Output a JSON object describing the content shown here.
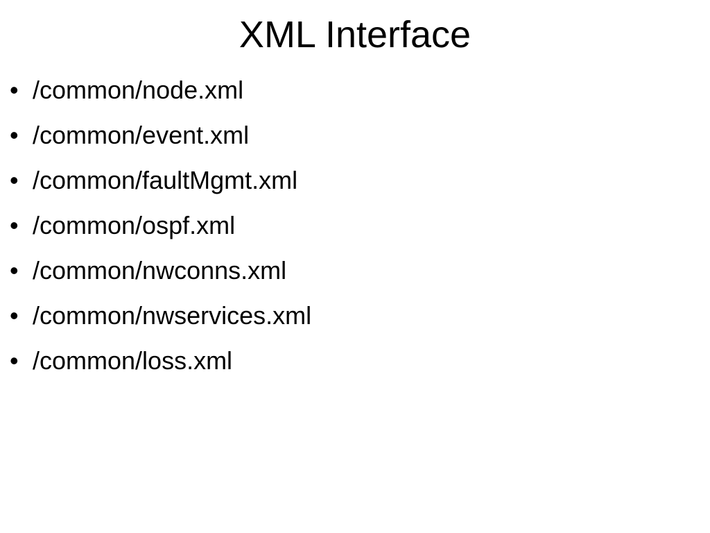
{
  "slide": {
    "title": "XML Interface",
    "bullet_glyph": "•",
    "items": [
      "/common/node.xml",
      "/common/event.xml",
      "/common/faultMgmt.xml",
      "/common/ospf.xml",
      "/common/nwconns.xml",
      "/common/nwservices.xml",
      "/common/loss.xml"
    ]
  }
}
